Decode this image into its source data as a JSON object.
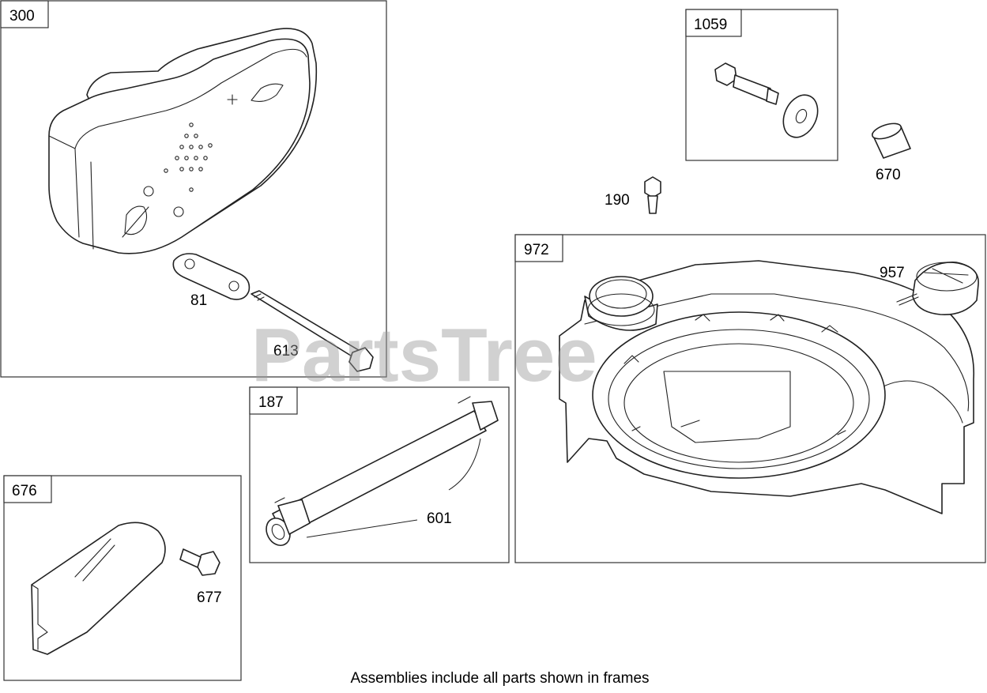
{
  "watermark": "PartsTree",
  "footnote": "Assemblies include all parts shown in frames",
  "frames": {
    "f300": "300",
    "f1059": "1059",
    "f972": "972",
    "f187": "187",
    "f676": "676"
  },
  "callouts": {
    "c81": "81",
    "c613": "613",
    "c190": "190",
    "c670": "670",
    "c957": "957",
    "c601": "601",
    "c677": "677"
  }
}
